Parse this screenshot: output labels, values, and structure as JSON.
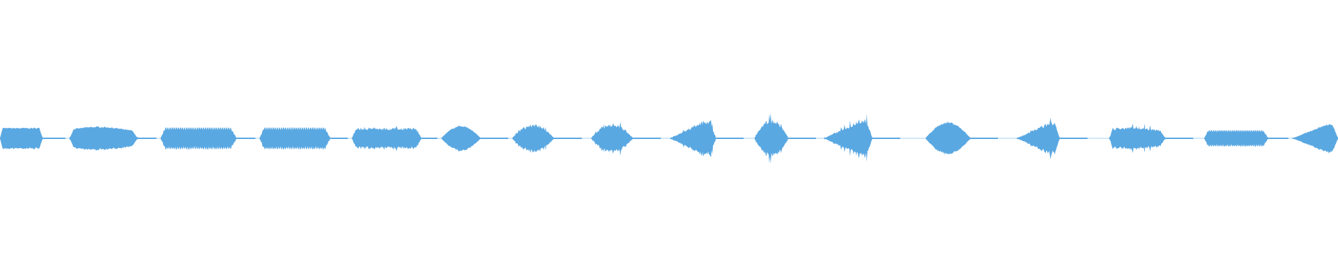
{
  "waveform": {
    "color": "#5aa8e2",
    "background": "#ffffff",
    "segments": [
      {
        "start": 0.0,
        "end": 0.032,
        "amp": 0.58,
        "shape": "flat",
        "texture": "smooth"
      },
      {
        "start": 0.052,
        "end": 0.103,
        "amp": 0.65,
        "shape": "swell",
        "texture": "smooth"
      },
      {
        "start": 0.12,
        "end": 0.177,
        "amp": 0.6,
        "shape": "flat",
        "texture": "comb"
      },
      {
        "start": 0.194,
        "end": 0.247,
        "amp": 0.6,
        "shape": "flat",
        "texture": "comb"
      },
      {
        "start": 0.263,
        "end": 0.315,
        "amp": 0.55,
        "shape": "flat",
        "texture": "spiky"
      },
      {
        "start": 0.33,
        "end": 0.359,
        "amp": 0.7,
        "shape": "dome",
        "texture": "smooth"
      },
      {
        "start": 0.383,
        "end": 0.414,
        "amp": 0.75,
        "shape": "dome",
        "texture": "spiky"
      },
      {
        "start": 0.442,
        "end": 0.473,
        "amp": 0.78,
        "shape": "dome",
        "texture": "spiky"
      },
      {
        "start": 0.501,
        "end": 0.535,
        "amp": 0.95,
        "shape": "rise",
        "texture": "spiky"
      },
      {
        "start": 0.564,
        "end": 0.589,
        "amp": 1.0,
        "shape": "dome",
        "texture": "spiky"
      },
      {
        "start": 0.616,
        "end": 0.652,
        "amp": 1.0,
        "shape": "rise",
        "texture": "spiky"
      },
      {
        "start": 0.692,
        "end": 0.725,
        "amp": 0.9,
        "shape": "dome",
        "texture": "smooth"
      },
      {
        "start": 0.76,
        "end": 0.792,
        "amp": 0.85,
        "shape": "rise",
        "texture": "spiky"
      },
      {
        "start": 0.829,
        "end": 0.871,
        "amp": 0.62,
        "shape": "swell",
        "texture": "spiky"
      },
      {
        "start": 0.9,
        "end": 0.948,
        "amp": 0.45,
        "shape": "flat",
        "texture": "comb"
      },
      {
        "start": 0.966,
        "end": 1.0,
        "amp": 0.78,
        "shape": "rise",
        "texture": "smooth"
      }
    ]
  }
}
